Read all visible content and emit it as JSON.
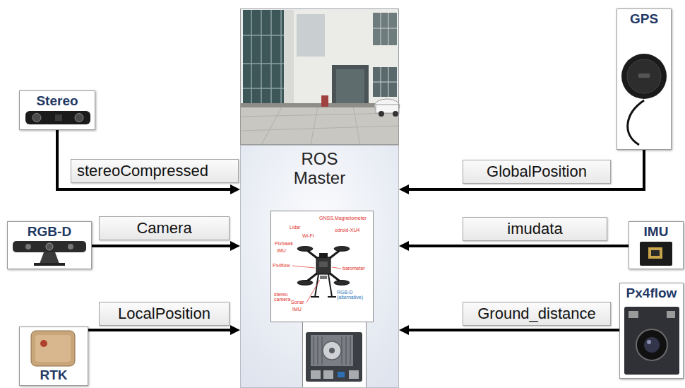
{
  "diagram": {
    "nodes": [
      {
        "text": [
          "ROS Master"
        ]
      },
      {
        "text": [
          "Stereo"
        ]
      },
      {
        "text": [
          "RGB-D"
        ]
      },
      {
        "text": [
          "RTK"
        ]
      },
      {
        "text": [
          "GPS"
        ]
      },
      {
        "text": [
          "IMU"
        ]
      },
      {
        "text": [
          "Px4flow"
        ]
      }
    ],
    "edges": [
      {
        "from": 1,
        "to": 0,
        "label": "stereoCompressed",
        "arrow": "to"
      },
      {
        "from": 2,
        "to": 0,
        "label": "Camera",
        "arrow": "to"
      },
      {
        "from": 3,
        "to": 0,
        "label": "LocalPosition",
        "arrow": "to"
      },
      {
        "from": 4,
        "to": 0,
        "label": "GlobalPosition",
        "arrow": "to"
      },
      {
        "from": 5,
        "to": 0,
        "label": "imudata",
        "arrow": "to"
      },
      {
        "from": 6,
        "to": 0,
        "label": "Ground_distance",
        "arrow": "to"
      }
    ],
    "labels": [
      "Lidar",
      "GNSS,Magnetometer",
      "Wi-Fi",
      "odroid-XU4",
      "Pixhawk",
      "IMU",
      "Px4flow",
      "barometer",
      "RGB-D (alternative)",
      "stereo camera",
      "Sonar",
      "IMU"
    ]
  }
}
